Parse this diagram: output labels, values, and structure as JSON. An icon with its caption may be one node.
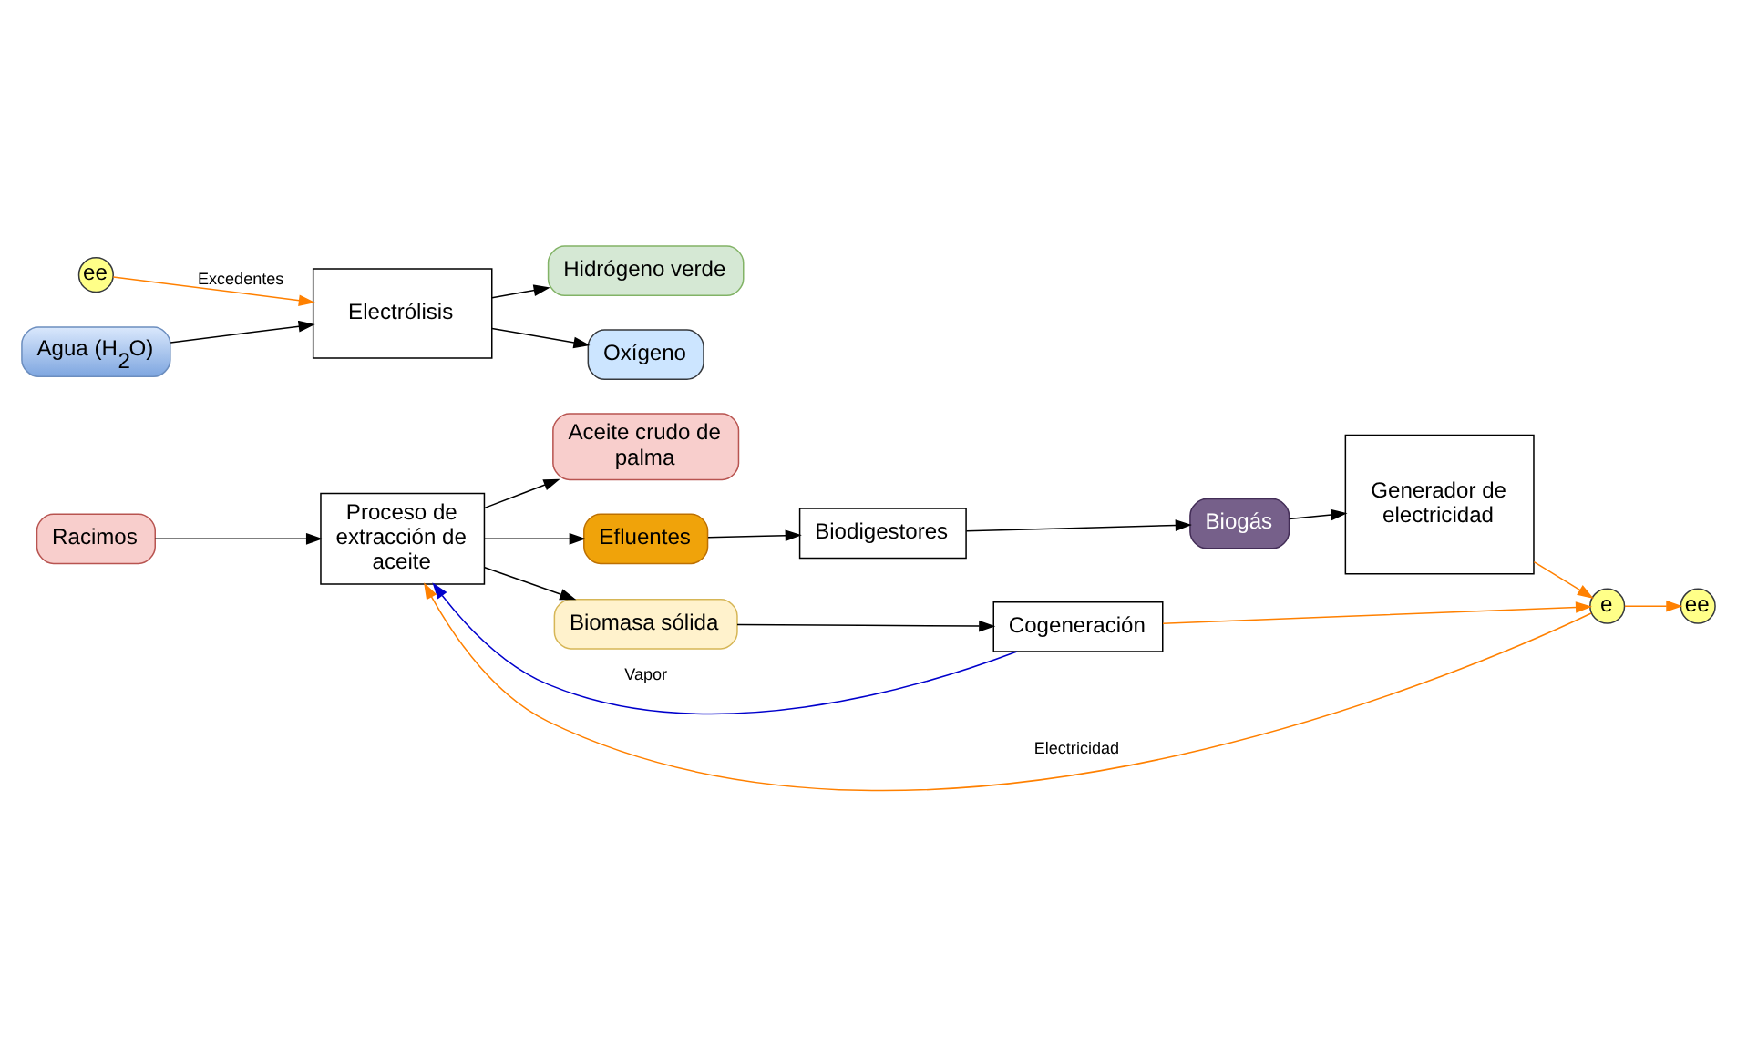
{
  "diagram": {
    "nodes": [
      {
        "text": [
          "Racimos"
        ]
      },
      {
        "text": [
          "Proceso de extracción de aceite"
        ]
      },
      {
        "text": [
          "Aceite crudo de palma"
        ]
      },
      {
        "text": [
          "Efluentes"
        ]
      },
      {
        "text": [
          "Biodigestores"
        ]
      },
      {
        "text": [
          "Biogás"
        ]
      },
      {
        "text": [
          "Generador de electricidad"
        ]
      },
      {
        "text": [
          "Biomasa sólida"
        ]
      },
      {
        "text": [
          "Cogeneración"
        ]
      },
      {
        "text": [
          "e"
        ]
      },
      {
        "text": [
          "ee"
        ]
      },
      {
        "text": [
          "ee"
        ]
      },
      {
        "text": [
          "Electrólisis"
        ]
      },
      {
        "text": [
          "Agua (H$_{2}$O)"
        ]
      },
      {
        "text": [
          "Hidrógeno verde"
        ]
      },
      {
        "text": [
          "Oxígeno"
        ]
      }
    ],
    "edges": [
      {
        "from": 0,
        "to": 1,
        "arrow": "to"
      },
      {
        "from": 1,
        "to": 2,
        "arrow": "to"
      },
      {
        "from": 1,
        "to": 3,
        "arrow": "to"
      },
      {
        "from": 1,
        "to": 7,
        "arrow": "to"
      },
      {
        "from": 3,
        "to": 4,
        "arrow": "to"
      },
      {
        "from": 4,
        "to": 5,
        "arrow": "to"
      },
      {
        "from": 5,
        "to": 6,
        "arrow": "to"
      },
      {
        "from": 6,
        "to": 9,
        "arrow": "to",
        "color": "#ff8000"
      },
      {
        "from": 7,
        "to": 8,
        "arrow": "to"
      },
      {
        "from": 8,
        "to": 9,
        "arrow": "to",
        "color": "#ff8000"
      },
      {
        "from": 9,
        "to": 10,
        "arrow": "to",
        "color": "#ff8000"
      },
      {
        "from": 8,
        "to": 1,
        "arrow": "to",
        "label": "Vapor",
        "color": "#0000cc"
      },
      {
        "from": 9,
        "to": 1,
        "arrow": "to",
        "label": "Electricidad",
        "color": "#ff8000"
      },
      {
        "from": 11,
        "to": 12,
        "arrow": "to",
        "label": "Excedentes",
        "color": "#ff8000"
      },
      {
        "from": 13,
        "to": 12,
        "arrow": "to"
      },
      {
        "from": 12,
        "to": 14,
        "arrow": "to"
      },
      {
        "from": 12,
        "to": 15,
        "arrow": "to"
      }
    ]
  }
}
